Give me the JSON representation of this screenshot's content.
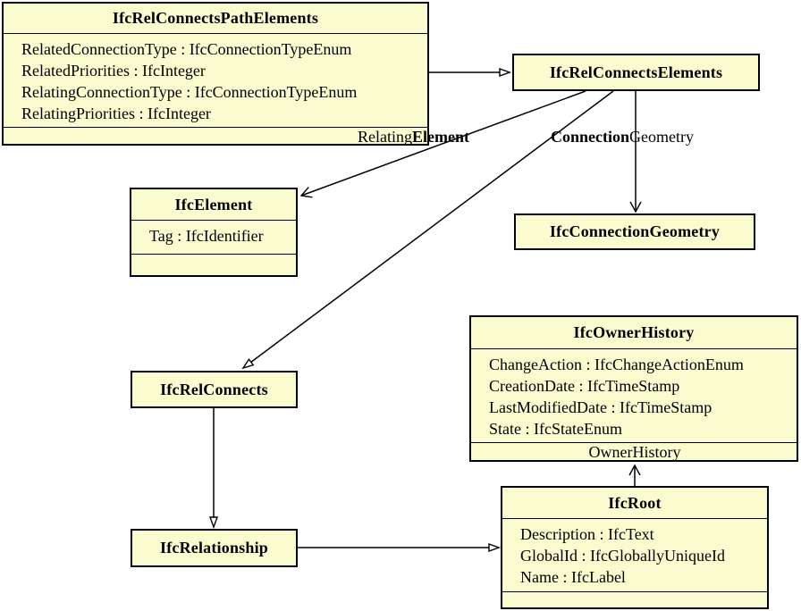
{
  "colors": {
    "background": "#FFFFFF",
    "box_fill": "#FBFBD0",
    "border": "#000000",
    "text": "#000000"
  },
  "classes": {
    "relConnectsPathElements": {
      "title": "IfcRelConnectsPathElements",
      "attributes": [
        "RelatedConnectionType : IfcConnectionTypeEnum",
        "RelatedPriorities : IfcInteger",
        "RelatingConnectionType : IfcConnectionTypeEnum",
        "RelatingPriorities : IfcInteger"
      ]
    },
    "relConnectsElements": {
      "title": "IfcRelConnectsElements"
    },
    "element": {
      "title": "IfcElement",
      "attributes": [
        "Tag : IfcIdentifier"
      ]
    },
    "connectionGeometry": {
      "title": "IfcConnectionGeometry"
    },
    "ownerHistory": {
      "title": "IfcOwnerHistory",
      "attributes": [
        "ChangeAction : IfcChangeActionEnum",
        "CreationDate : IfcTimeStamp",
        "LastModifiedDate : IfcTimeStamp",
        "State : IfcStateEnum"
      ]
    },
    "root": {
      "title": "IfcRoot",
      "attributes": [
        "Description : IfcText",
        "GlobalId : IfcGloballyUniqueId",
        "Name : IfcLabel"
      ]
    },
    "relConnects": {
      "title": "IfcRelConnects"
    },
    "relationship": {
      "title": "IfcRelationship"
    }
  },
  "edge_labels": {
    "relating_prefix": "Relating",
    "relating_suffix": "Element",
    "connection_prefix": "Connection",
    "connection_suffix": "Geometry",
    "owner_history": "OwnerHistory"
  }
}
